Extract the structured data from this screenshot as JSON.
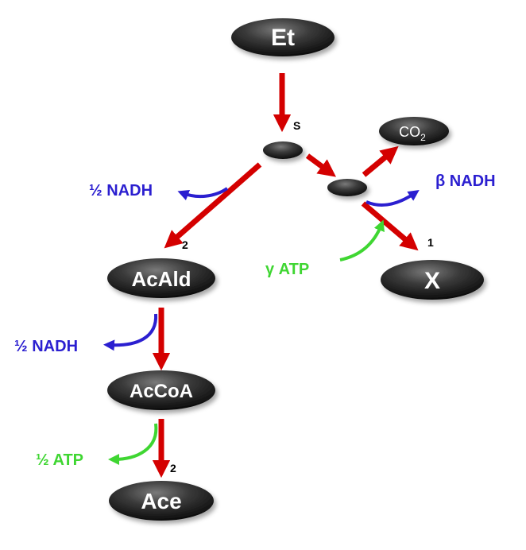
{
  "nodes": {
    "et": "Et",
    "co2": "CO",
    "co2_sub": "2",
    "acald": "AcAld",
    "x": "X",
    "accoa": "AcCoA",
    "ace": "Ace"
  },
  "labels": {
    "s": "S",
    "acald_stoich": "2",
    "x_stoich": "1",
    "ace_stoich": "2",
    "nadh_left_top": "½ NADH",
    "nadh_beta": "β NADH",
    "atp_gamma": "γ ATP",
    "nadh_left_mid": "½ NADH",
    "atp_half": "½ ATP"
  },
  "colors": {
    "arrow_red": "#d40000",
    "nadh_blue": "#2b1fd0",
    "atp_green": "#3fd632",
    "node_dark": "#2a2a2a"
  }
}
